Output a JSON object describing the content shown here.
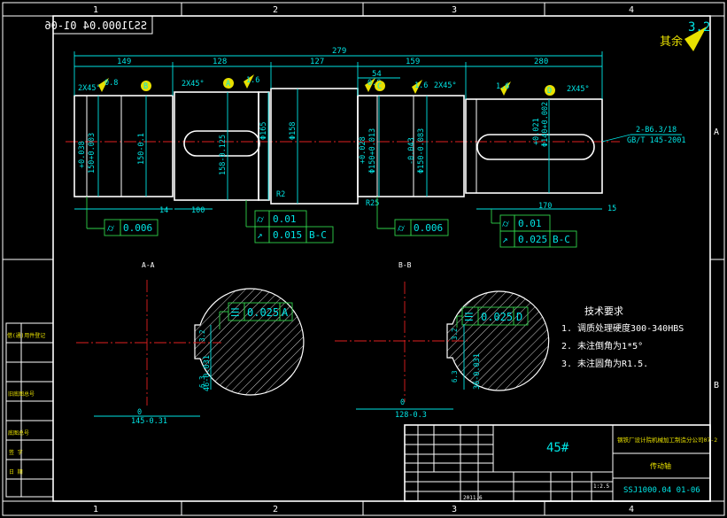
{
  "border_zones": {
    "top": [
      "1",
      "2",
      "3",
      "4"
    ],
    "bottom": [
      "1",
      "2",
      "3",
      "4"
    ],
    "right": [
      "A",
      "B"
    ]
  },
  "drawing_number_mirrored": "SSJ1000.04  01-06",
  "surface_finish": {
    "label": "其余",
    "value": "3.2"
  },
  "dims_top": {
    "total": "279",
    "d149": "149",
    "d128": "128",
    "d127": "127",
    "d159": "159",
    "d280": "280",
    "d54": "54"
  },
  "chamfers": [
    "2X45°",
    "2X45°",
    "2X45°",
    "2X45°"
  ],
  "roughness": [
    "0.8",
    "1.6",
    "0.8",
    "1.6",
    "1.6"
  ],
  "datums": [
    "B",
    "A",
    "C",
    "D"
  ],
  "diameters": {
    "d1": "150+0.038\n+0.003",
    "d1_tol_top": "+0.038",
    "d1_tol_bot": "150+0.003",
    "d2": "150-0.1",
    "d3": "158-0.125",
    "d4": "Φ165",
    "d5": "Φ158",
    "d6_top": "+0.028",
    "d6_bot": "Φ150+0.013",
    "d7_top": "-0.043",
    "d7_bot": "Φ150-0.083",
    "d8_top": "+0.021",
    "d8_bot": "Φ140+0.002"
  },
  "callouts": {
    "center_hole_1": "2-B6.3/18",
    "center_hole_2": "GB/T 145-2001"
  },
  "dims_bottom": {
    "d14": "14",
    "d100": "100",
    "d170": "170",
    "d15": "15",
    "r2": "R2",
    "r25": "R25"
  },
  "tolerance_frames": [
    {
      "symbol": "⌭",
      "value": "0.006"
    },
    {
      "symbol": "⌭",
      "value": "0.01"
    },
    {
      "symbol": "↗",
      "value": "0.015",
      "datum": "B-C"
    },
    {
      "symbol": "⌭",
      "value": "0.006"
    },
    {
      "symbol": "⌭",
      "value": "0.01"
    },
    {
      "symbol": "↗",
      "value": "0.025",
      "datum": "B-C"
    }
  ],
  "sections": {
    "aa": {
      "title": "A-A",
      "tol": "0.025",
      "datum": "A",
      "width": "145-0.31",
      "depth": "46-0.031",
      "r": "3.2",
      "r2": "6.3",
      "zero": "0"
    },
    "bb": {
      "title": "B-B",
      "tol": "0.025",
      "datum": "D",
      "width": "128-0.3",
      "depth": "36-0.031",
      "r": "3.2",
      "r2": "6.3",
      "zero": "0"
    }
  },
  "requirements": {
    "title": "技术要求",
    "items": [
      "1. 调质处理硬度300-340HBS",
      "2. 未注倒角为1*5°",
      "3. 未注圆角为R1.5."
    ]
  },
  "left_strip": [
    "借(通)用件登记",
    "",
    "旧底图总号",
    "",
    "底图总号",
    "",
    "签 字",
    "",
    "日 期"
  ],
  "title_block": {
    "material": "45#",
    "company": "钢铁厂设计院机械加工制造分公司07-2",
    "part_name": "传动轴",
    "drawing_no": "SSJ1000.04  01-06",
    "scale": "1:2.5",
    "date": "2011.6"
  }
}
